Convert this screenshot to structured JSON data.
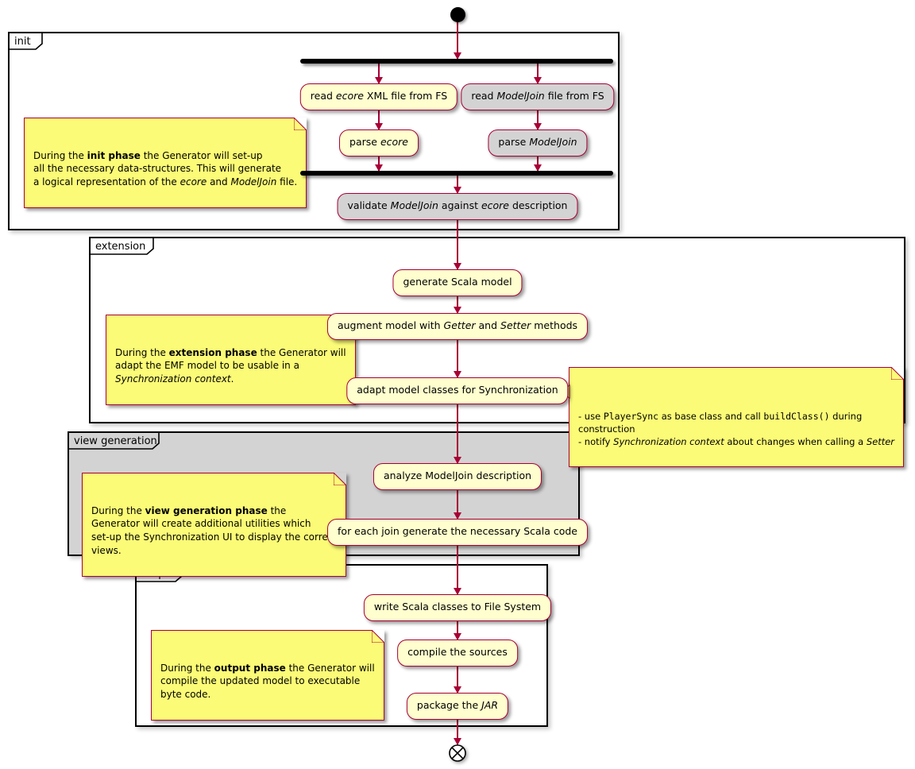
{
  "diagram": {
    "type": "uml-activity-diagram",
    "colors": {
      "accent": "#A80036",
      "activity_fill": "#FEFECE",
      "activity_fill_gray": "#D3D3D3",
      "note_fill": "#FBFB77",
      "partition_fill_gray": "#D3D3D3",
      "bar_color": "#000000"
    }
  },
  "partitions": {
    "init": {
      "label": "init"
    },
    "extension": {
      "label": "extension"
    },
    "view_generation": {
      "label": "view generation"
    },
    "output": {
      "label": "output"
    }
  },
  "activities": {
    "read_ecore": {
      "segments": [
        {
          "t": "read "
        },
        {
          "t": "ecore",
          "i": true
        },
        {
          "t": " XML file from FS"
        }
      ]
    },
    "read_modeljoin": {
      "segments": [
        {
          "t": "read "
        },
        {
          "t": "ModelJoin",
          "i": true
        },
        {
          "t": " file from FS"
        }
      ]
    },
    "parse_ecore": {
      "segments": [
        {
          "t": "parse "
        },
        {
          "t": "ecore",
          "i": true
        }
      ]
    },
    "parse_modeljoin": {
      "segments": [
        {
          "t": "parse "
        },
        {
          "t": "ModelJoin",
          "i": true
        }
      ]
    },
    "validate_modeljoin": {
      "segments": [
        {
          "t": "validate "
        },
        {
          "t": "ModelJoin",
          "i": true
        },
        {
          "t": " against "
        },
        {
          "t": "ecore",
          "i": true
        },
        {
          "t": " description"
        }
      ]
    },
    "generate_scala_model": {
      "segments": [
        {
          "t": "generate Scala model"
        }
      ]
    },
    "augment_model": {
      "segments": [
        {
          "t": "augment model with "
        },
        {
          "t": "Getter",
          "i": true
        },
        {
          "t": " and "
        },
        {
          "t": "Setter",
          "i": true
        },
        {
          "t": " methods"
        }
      ]
    },
    "adapt_model_classes": {
      "segments": [
        {
          "t": "adapt model classes for Synchronization"
        }
      ]
    },
    "analyze_modeljoin": {
      "segments": [
        {
          "t": "analyze ModelJoin description"
        }
      ]
    },
    "foreach_join": {
      "segments": [
        {
          "t": "for each join generate the necessary Scala code"
        }
      ]
    },
    "write_scala_classes": {
      "segments": [
        {
          "t": "write Scala classes to File System"
        }
      ]
    },
    "compile_sources": {
      "segments": [
        {
          "t": "compile the sources"
        }
      ]
    },
    "package_jar": {
      "segments": [
        {
          "t": "package the "
        },
        {
          "t": "JAR",
          "i": true
        }
      ]
    }
  },
  "notes": {
    "init_note": {
      "segments": [
        {
          "t": "During the "
        },
        {
          "t": "init phase",
          "b": true
        },
        {
          "t": " the Generator will set-up\nall the necessary data-structures. This will generate\na logical representation of the "
        },
        {
          "t": "ecore",
          "i": true
        },
        {
          "t": " and "
        },
        {
          "t": "ModelJoin",
          "i": true
        },
        {
          "t": " file."
        }
      ]
    },
    "extension_note": {
      "segments": [
        {
          "t": "During the "
        },
        {
          "t": "extension phase",
          "b": true
        },
        {
          "t": " the Generator will\nadapt the EMF model to be usable in a\n"
        },
        {
          "t": "Synchronization context",
          "i": true
        },
        {
          "t": "."
        }
      ]
    },
    "adapt_note": {
      "segments": [
        {
          "t": "- use "
        },
        {
          "t": "PlayerSync",
          "m": true
        },
        {
          "t": " as base class and call "
        },
        {
          "t": "buildClass()",
          "m": true
        },
        {
          "t": " during\nconstruction\n- notify "
        },
        {
          "t": "Synchronization context",
          "i": true
        },
        {
          "t": " about changes when calling a "
        },
        {
          "t": "Setter",
          "i": true
        }
      ]
    },
    "view_note": {
      "segments": [
        {
          "t": "During the "
        },
        {
          "t": "view generation phase",
          "b": true
        },
        {
          "t": " the\nGenerator will create additional utilities which\nset-up the Synchronization UI to display the correct\nviews."
        }
      ]
    },
    "output_note": {
      "segments": [
        {
          "t": "During the "
        },
        {
          "t": "output phase",
          "b": true
        },
        {
          "t": " the Generator will\ncompile the updated model to executable\nbyte code."
        }
      ]
    }
  }
}
